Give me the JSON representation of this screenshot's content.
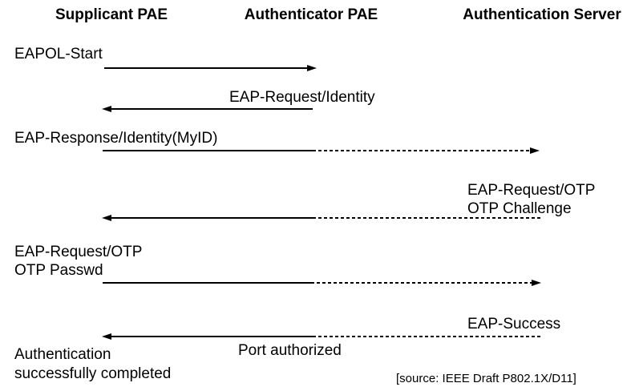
{
  "columns": {
    "supplicant": "Supplicant PAE",
    "authenticator": "Authenticator PAE",
    "auth_server": "Authentication Server"
  },
  "messages": {
    "eapol_start": "EAPOL-Start",
    "eap_request_identity": "EAP-Request/Identity",
    "eap_response_identity": "EAP-Response/Identity(MyID)",
    "eap_request_otp_line1": "EAP-Request/OTP",
    "eap_request_otp_line2": "OTP Challenge",
    "eap_response_otp_line1": "EAP-Request/OTP",
    "eap_response_otp_line2": "OTP Passwd",
    "eap_success": "EAP-Success",
    "port_authorized": "Port authorized"
  },
  "status": {
    "line1": "Authentication",
    "line2": "successfully completed"
  },
  "source_note": "[source: IEEE Draft P802.1X/D11]",
  "colors": {
    "foreground": "#000000",
    "background": "#ffffff"
  }
}
